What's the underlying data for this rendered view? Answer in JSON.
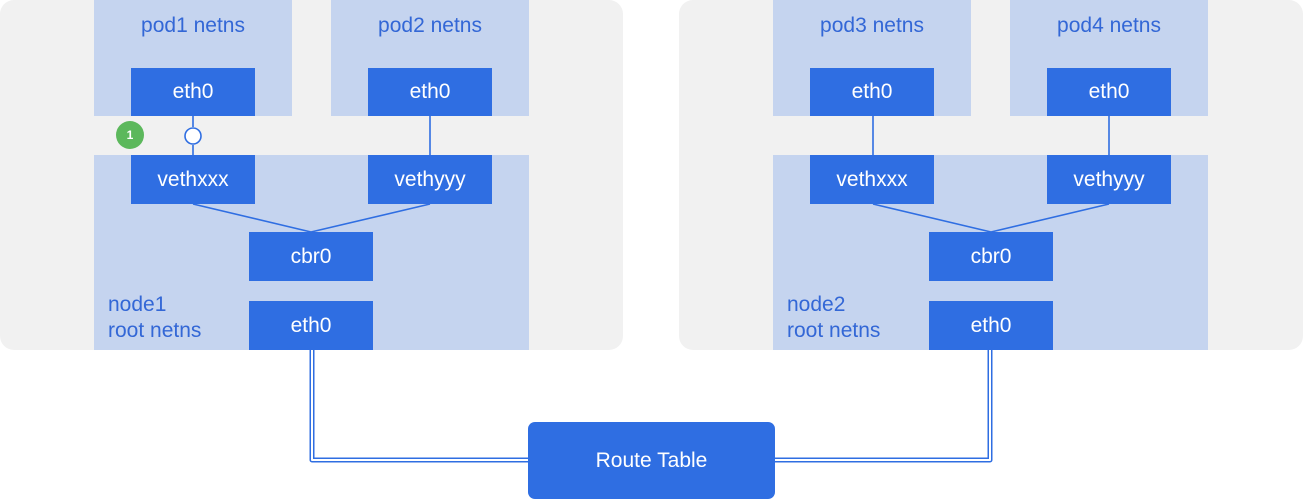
{
  "node1": {
    "pods": [
      {
        "label": "pod1 netns",
        "eth": "eth0"
      },
      {
        "label": "pod2 netns",
        "eth": "eth0"
      }
    ],
    "root_label": "node1\nroot netns",
    "veths": [
      "vethxxx",
      "vethyyy"
    ],
    "bridge": "cbr0",
    "eth": "eth0"
  },
  "node2": {
    "pods": [
      {
        "label": "pod3 netns",
        "eth": "eth0"
      },
      {
        "label": "pod4 netns",
        "eth": "eth0"
      }
    ],
    "root_label": "node2\nroot netns",
    "veths": [
      "vethxxx",
      "vethyyy"
    ],
    "bridge": "cbr0",
    "eth": "eth0"
  },
  "route_table": "Route Table",
  "step_badge": "1",
  "colors": {
    "node_bg": "#f1f1f1",
    "netns_bg": "#c5d4ef",
    "box": "#2f6ee2",
    "label_text": "#3367d6",
    "badge": "#5cb85c"
  }
}
